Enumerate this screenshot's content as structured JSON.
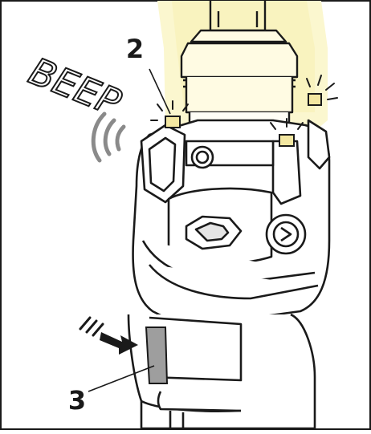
{
  "figure": {
    "sound_text": "BEEP",
    "callouts": [
      {
        "label": "2"
      },
      {
        "label": "3"
      }
    ]
  },
  "colors": {
    "glow": "#fbf7cf",
    "glow_edge": "#f4eea0",
    "outline": "#1a1a1a",
    "indicator_band": "#9e9e9e",
    "background": "#ffffff"
  },
  "icons": [
    "beep-sound-text",
    "sound-wave-icon",
    "led-flash-icon",
    "arrow-right-icon"
  ]
}
